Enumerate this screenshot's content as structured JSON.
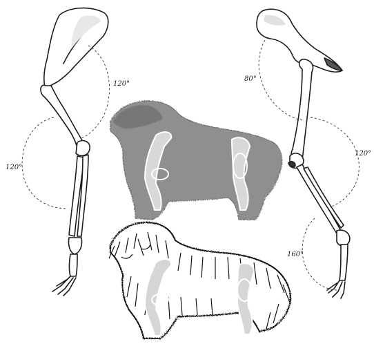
{
  "angles": {
    "front_shoulder": "120°",
    "front_elbow": "120°",
    "hind_hip": "80°",
    "hind_stifle": "120°",
    "hind_hock": "160°"
  },
  "colors": {
    "bone_stroke": "#1c1c1c",
    "bone_fill": "#ffffff",
    "dog_fill_gray": "#8f8f8f",
    "dog_fill_dark": "#777777",
    "dog_sketch_stroke": "#111111",
    "angle_arc": "#333333",
    "inset_bone": "#d8d8d8"
  }
}
